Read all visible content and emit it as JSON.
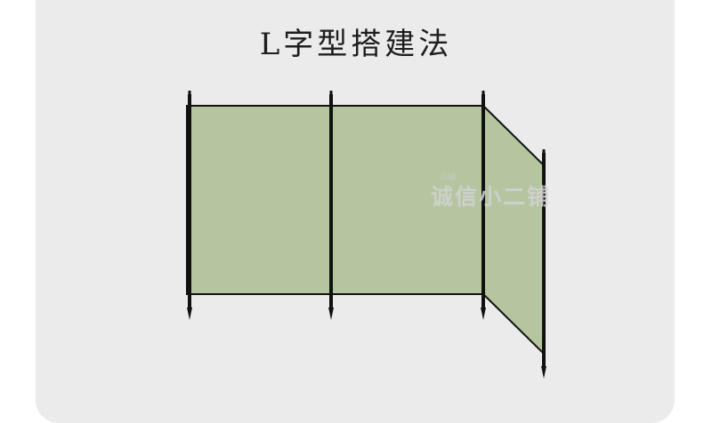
{
  "title": "L字型搭建法",
  "watermark": {
    "small": "店铺",
    "big": "诚信小二铺"
  },
  "colors": {
    "background": "#ebebeb",
    "panel_fill": "#b5c59f",
    "stroke": "#111111"
  },
  "icons": [
    "stake-icon"
  ]
}
